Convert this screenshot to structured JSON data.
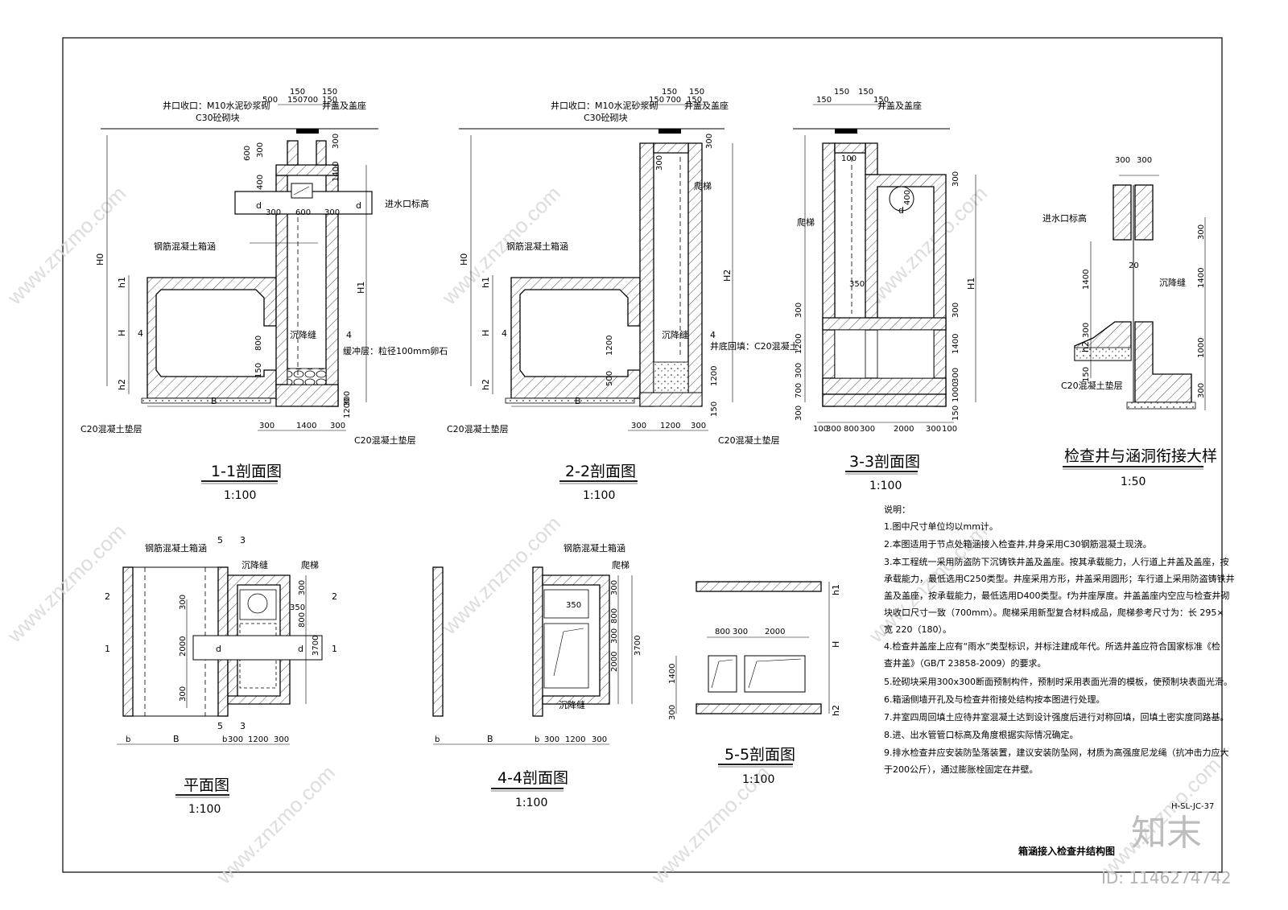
{
  "drawing": {
    "title": "箱涵接入检查井结构图",
    "code": "H-SL-JC-37",
    "brand": "知末",
    "id_text": "ID: 1146274742",
    "watermark": "www.znzmo.com"
  },
  "sections": {
    "s11": {
      "title": "1-1剖面图",
      "scale": "1:100",
      "labels": {
        "well_mouth": "井口收口：M10水泥砂浆砌",
        "block": "C30砼砌块",
        "cover": "井盖及盖座",
        "inlet": "进水口标高",
        "culvert": "钢筋混凝土箱涵",
        "joint": "沉降缝",
        "buffer": "缓冲层：粒径100mm卵石",
        "cushion_left": "C20混凝土垫层",
        "cushion_right": "C20混凝土垫层",
        "pipe": "d",
        "H0": "H0",
        "H1": "H1",
        "H": "H",
        "h1": "h1",
        "h2": "h2",
        "B": "B",
        "cut": "4"
      },
      "dims": [
        "500",
        "150",
        "150",
        "150",
        "700",
        "150",
        "600",
        "300",
        "400",
        "300",
        "600",
        "300",
        "1400",
        "300",
        "800",
        "150",
        "300",
        "1200",
        "300",
        "1400",
        "300"
      ]
    },
    "s22": {
      "title": "2-2剖面图",
      "scale": "1:100",
      "labels": {
        "well_mouth": "井口收口：M10水泥砂浆砌",
        "block": "C30砼砌块",
        "cover": "井盖及盖座",
        "culvert": "钢筋混凝土箱涵",
        "ladder": "爬梯",
        "joint": "沉降缝",
        "backfill": "井底回填：C20混凝土",
        "cushion_left": "C20混凝土垫层",
        "cushion_right": "C20混凝土垫层",
        "H0": "H0",
        "H2": "H2",
        "H": "H",
        "h1": "h1",
        "h2": "h2",
        "B": "B",
        "cut": "4"
      },
      "dims": [
        "150",
        "150",
        "150",
        "700",
        "150",
        "300",
        "300",
        "1200",
        "500",
        "1200",
        "150",
        "300",
        "1200",
        "300"
      ]
    },
    "s33": {
      "title": "3-3剖面图",
      "scale": "1:100",
      "labels": {
        "cover": "井盖及盖座",
        "ladder": "爬梯",
        "H1": "H1",
        "pipe": "d"
      },
      "dims": [
        "150",
        "150",
        "150",
        "150",
        "100",
        "300",
        "400",
        "350",
        "300",
        "1400",
        "300",
        "1200",
        "700",
        "300",
        "300",
        "1000",
        "300",
        "150",
        "100",
        "300",
        "800",
        "300",
        "2000",
        "300",
        "100"
      ]
    },
    "detail": {
      "title": "检查井与涵洞衔接大样",
      "scale": "1:50",
      "labels": {
        "inlet": "进水口标高",
        "joint": "沉降缝",
        "cushion": "C20混凝土垫层",
        "h2": "h2",
        "gap": "20"
      },
      "dims": [
        "300",
        "300",
        "300",
        "1400",
        "300",
        "1400",
        "1000",
        "300",
        "150"
      ]
    },
    "plan": {
      "title": "平面图",
      "scale": "1:100",
      "labels": {
        "culvert": "钢筋混凝土箱涵",
        "joint": "沉降缝",
        "ladder": "爬梯",
        "pipe": "d",
        "cut1": "1",
        "cut2": "2",
        "cut3": "3",
        "cut5": "5",
        "B": "B",
        "b": "b"
      },
      "dims": [
        "300",
        "2000",
        "300",
        "350",
        "300",
        "800",
        "3700",
        "300",
        "1200",
        "300"
      ]
    },
    "s44": {
      "title": "4-4剖面图",
      "scale": "1:100",
      "labels": {
        "culvert": "钢筋混凝土箱涵",
        "ladder": "爬梯",
        "joint": "沉降缝",
        "B": "B",
        "b": "b"
      },
      "dims": [
        "350",
        "300",
        "800",
        "3700",
        "300",
        "2000",
        "300",
        "1200",
        "300"
      ]
    },
    "s55": {
      "title": "5-5剖面图",
      "scale": "1:100",
      "labels": {
        "H": "H",
        "h1": "h1",
        "h2": "h2"
      },
      "dims": [
        "800",
        "300",
        "2000",
        "1400",
        "300"
      ]
    }
  },
  "notes": {
    "heading": "说明：",
    "items": [
      "1.图中尺寸单位均以mm计。",
      "2.本图适用于节点处箱涵接入检查井,井身采用C30钢筋混凝土现浇。",
      "3.本工程统一采用防盗防下沉铸铁井盖及盖座。按其承载能力，人行道上井盖及盖座，按",
      "承载能力，最低选用C250类型。井座采用方形，井盖采用圆形；车行道上采用防盗铸铁井",
      "盖及盖座，按承载能力，最低选用D400类型。f为井座厚度。井盖盖座内空应与检查井砌",
      "块收口尺寸一致（700mm）。爬梯采用新型复合材料成品，爬梯参考尺寸为：长 295×",
      "宽 220（180）。",
      "4.检查井盖座上应有“雨水”类型标识，并标注建成年代。所选井盖应符合国家标准《检",
      "查井盖》（GB/T 23858-2009）的要求。",
      "5.砼砌块采用300x300断面预制构件，预制时采用表面光滑的模板，使预制块表面光滑。",
      "6.箱涵侧墙开孔及与检查井衔接处结构按本图进行处理。",
      "7.井室四周回填土应待井室混凝土达到设计强度后进行对称回填，回填土密实度同路基。",
      "8.进、出水管管口标高及角度根据实际情况确定。",
      "9.排水检查井应安装防坠落装置，建议安装防坠网，材质为高强度尼龙绳（抗冲击力应大",
      "于200公斤），通过膨胀栓固定在井壁。"
    ]
  }
}
